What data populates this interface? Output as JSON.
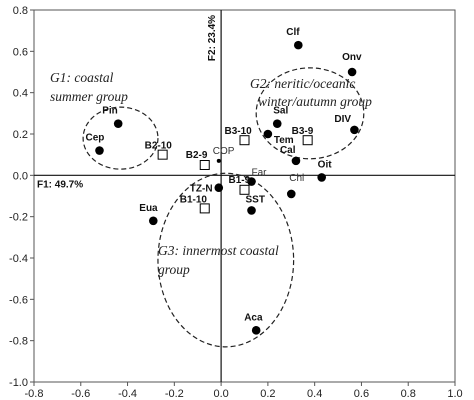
{
  "chart_data": {
    "type": "scatter",
    "xlim": [
      -0.8,
      1.0
    ],
    "ylim": [
      -1.0,
      0.8
    ],
    "x_ticks": [
      -0.8,
      -0.6,
      -0.4,
      -0.2,
      0.0,
      0.2,
      0.4,
      0.6,
      0.8,
      1.0
    ],
    "y_ticks": [
      0.8,
      0.6,
      0.4,
      0.2,
      0.0,
      -0.2,
      -0.4,
      -0.6,
      -0.8,
      -1.0
    ],
    "x_tick_labels": [
      "-0.8",
      "-0.6",
      "-0.4",
      "-0.2",
      "0.0",
      "0.2",
      "0.4",
      "0.6",
      "0.8",
      "1.0"
    ],
    "y_tick_labels": [
      "0.8",
      "0.6",
      "0.4",
      "0.2",
      "0.0",
      "-0.2",
      "-0.4",
      "-0.6",
      "-0.8",
      "-1.0"
    ],
    "xlabel": "F1: 49.7%",
    "ylabel": "F2: 23.4%",
    "grid": false,
    "series": [
      {
        "marker": "filled-circle",
        "points": [
          {
            "label": "Clf",
            "x": 0.33,
            "y": 0.63
          },
          {
            "label": "Onv",
            "x": 0.56,
            "y": 0.5
          },
          {
            "label": "Sal",
            "x": 0.24,
            "y": 0.25
          },
          {
            "label": "Tem",
            "x": 0.2,
            "y": 0.2
          },
          {
            "label": "DIV",
            "x": 0.57,
            "y": 0.22
          },
          {
            "label": "Cal",
            "x": 0.32,
            "y": 0.07
          },
          {
            "label": "Oit",
            "x": 0.43,
            "y": -0.01
          },
          {
            "label": "Chl",
            "x": 0.3,
            "y": -0.09
          },
          {
            "label": "Far",
            "x": 0.13,
            "y": -0.03
          },
          {
            "label": "SST",
            "x": 0.13,
            "y": -0.17
          },
          {
            "label": "Pin",
            "x": -0.44,
            "y": 0.25
          },
          {
            "label": "Cep",
            "x": -0.52,
            "y": 0.12
          },
          {
            "label": "Eua",
            "x": -0.29,
            "y": -0.22
          },
          {
            "label": "Aca",
            "x": 0.15,
            "y": -0.75
          },
          {
            "label": "TZ-N",
            "x": -0.01,
            "y": -0.06
          }
        ]
      },
      {
        "marker": "open-square",
        "points": [
          {
            "label": "B3-10",
            "x": 0.1,
            "y": 0.17
          },
          {
            "label": "B3-9",
            "x": 0.37,
            "y": 0.17
          },
          {
            "label": "B2-10",
            "x": -0.25,
            "y": 0.1
          },
          {
            "label": "B2-9",
            "x": -0.07,
            "y": 0.05
          },
          {
            "label": "B1-9",
            "x": 0.1,
            "y": -0.07
          },
          {
            "label": "B1-10",
            "x": -0.07,
            "y": -0.16
          }
        ]
      },
      {
        "marker": "small-dot",
        "points": [
          {
            "label": "COP",
            "x": -0.01,
            "y": 0.07
          }
        ]
      }
    ],
    "groups": [
      {
        "label_line1": "G1: coastal",
        "label_line2": "summer group"
      },
      {
        "label_line1": "G2: neritic/oceanic",
        "label_line2": "winter/autumn group"
      },
      {
        "label_line1": "G3: innermost coastal",
        "label_line2": "group"
      }
    ]
  }
}
